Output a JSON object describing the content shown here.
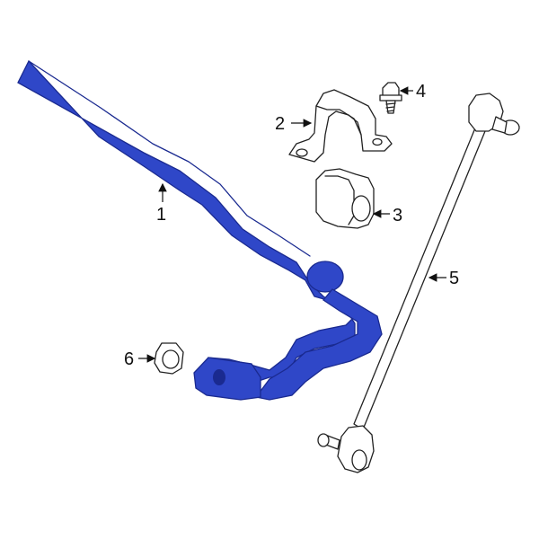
{
  "colors": {
    "highlight": "#2f47c8",
    "highlight_dark": "#1a2a90",
    "line": "#222222",
    "background": "#ffffff"
  },
  "parts": [
    {
      "number": "1",
      "name": "stabilizer-bar"
    },
    {
      "number": "2",
      "name": "bushing-bracket"
    },
    {
      "number": "3",
      "name": "bushing"
    },
    {
      "number": "4",
      "name": "bolt"
    },
    {
      "number": "5",
      "name": "stabilizer-link"
    },
    {
      "number": "6",
      "name": "nut"
    }
  ]
}
